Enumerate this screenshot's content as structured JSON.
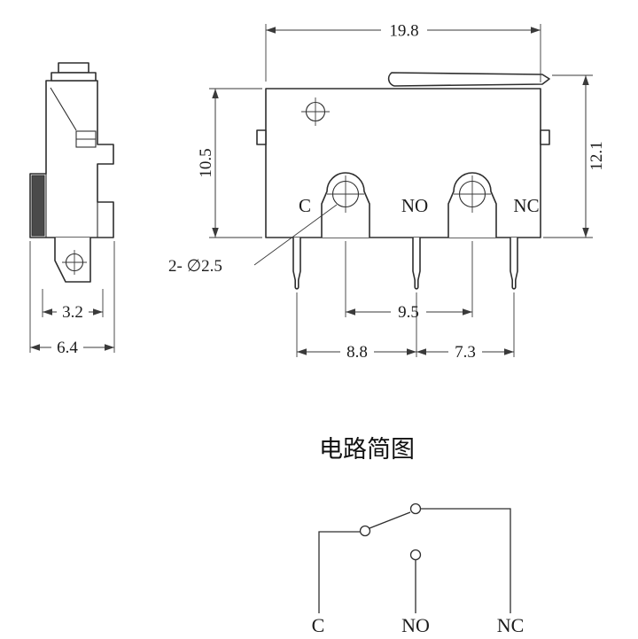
{
  "meta": {
    "type": "micro-switch technical drawing",
    "background": "#ffffff",
    "line_color": "#2e2e2e",
    "text_color": "#1c1c1c"
  },
  "front_view": {
    "dim_width_top": "19.8",
    "dim_height_left": "10.5",
    "dim_height_right": "12.1",
    "hole_callout": "2- ∅2.5",
    "dim_hole_pitch": "9.5",
    "dim_pin_pitch_left": "8.8",
    "dim_pin_pitch_right": "7.3",
    "label_common": "C",
    "label_normally_open": "NO",
    "label_normally_closed": "NC"
  },
  "side_view": {
    "dim_width_inner": "3.2",
    "dim_width_outer": "6.4"
  },
  "circuit": {
    "title": "电路简图",
    "label_common": "C",
    "label_normally_open": "NO",
    "label_normally_closed": "NC"
  }
}
